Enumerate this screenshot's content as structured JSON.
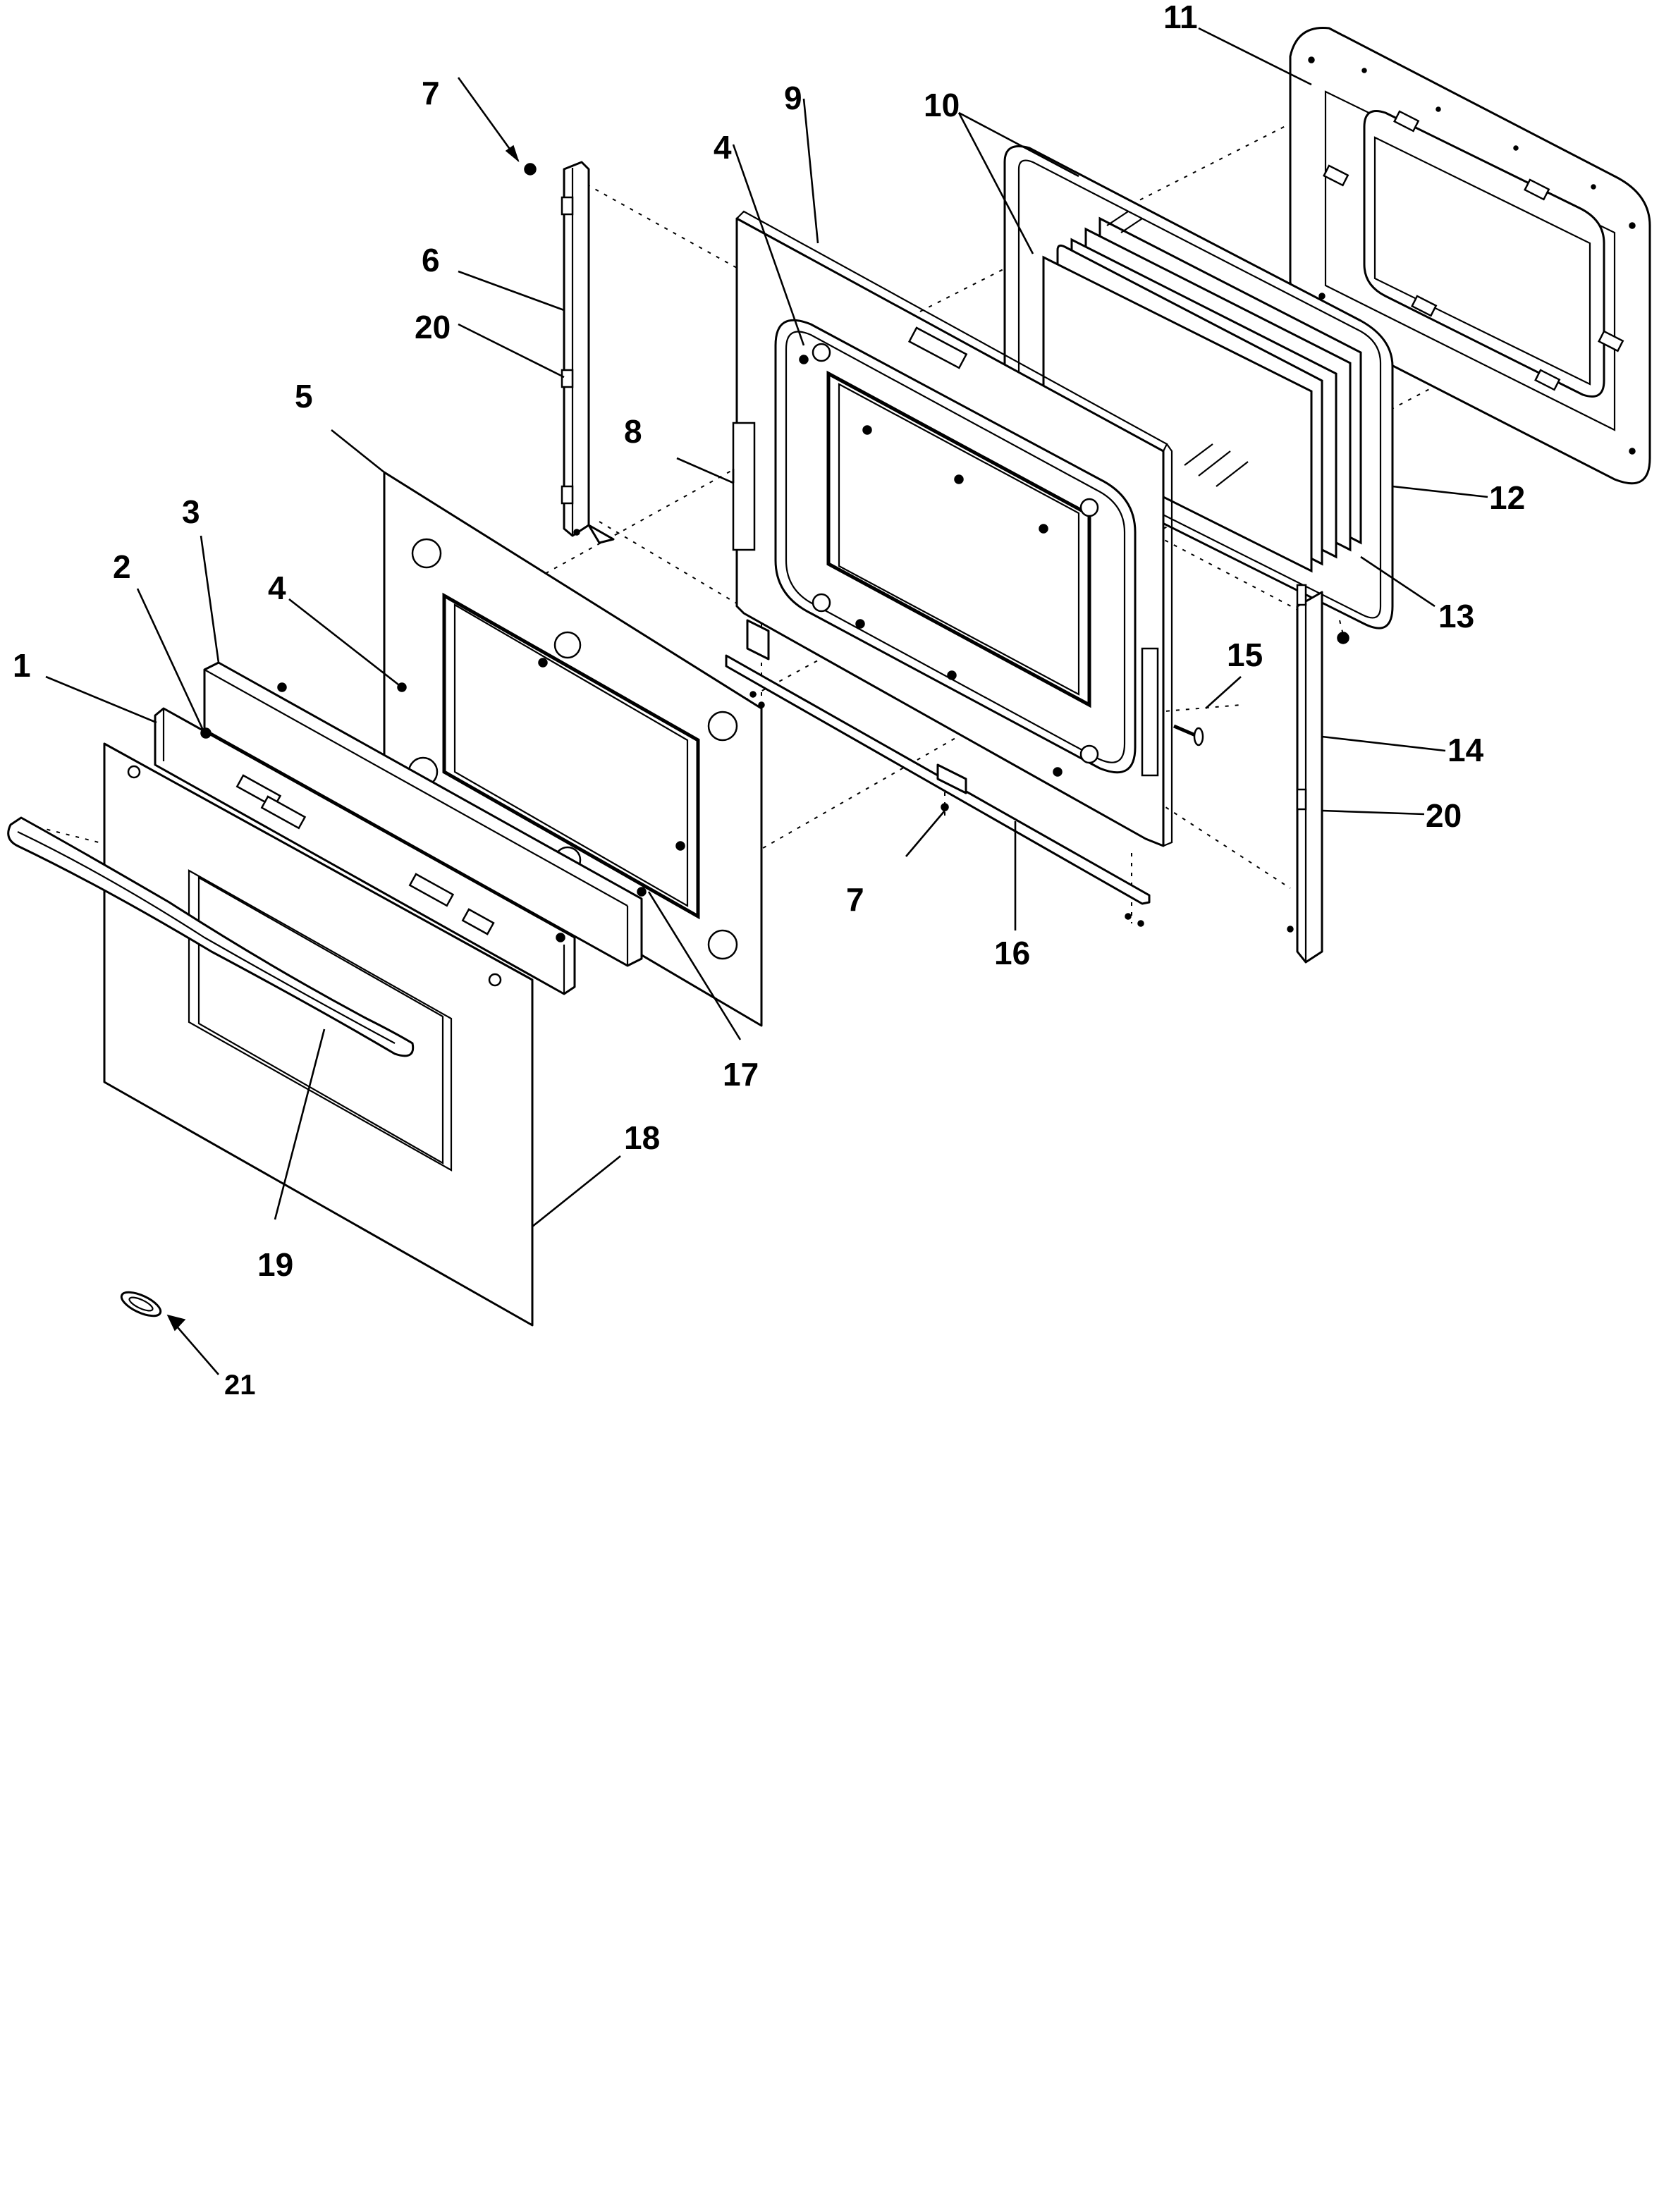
{
  "diagram": {
    "callouts": {
      "c1": "1",
      "c2": "2",
      "c3": "3",
      "c4a": "4",
      "c4b": "4",
      "c5": "5",
      "c6": "6",
      "c7a": "7",
      "c7b": "7",
      "c8": "8",
      "c9": "9",
      "c10": "10",
      "c11": "11",
      "c12": "12",
      "c13": "13",
      "c14": "14",
      "c15": "15",
      "c16": "16",
      "c17": "17",
      "c18": "18",
      "c19": "19",
      "c20a": "20",
      "c20b": "20",
      "c21": "21"
    }
  }
}
